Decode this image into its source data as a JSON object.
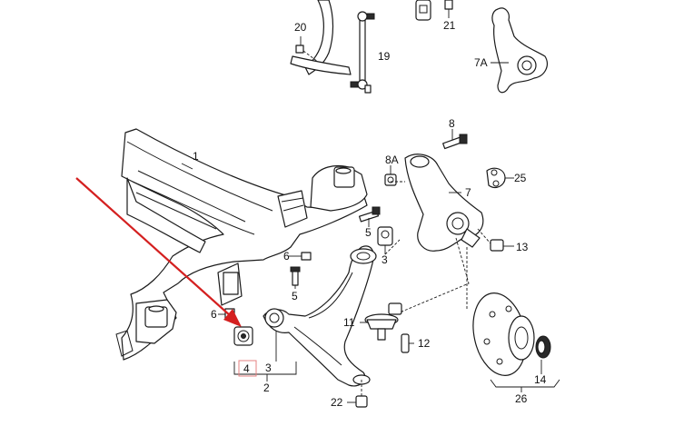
{
  "labels": {
    "p1": "1",
    "p2": "2",
    "p3": "3",
    "p3b": "3",
    "p4": "4",
    "p5": "5",
    "p5b": "5",
    "p6": "6",
    "p6b": "6",
    "p7": "7",
    "p7a": "7A",
    "p8": "8",
    "p8a": "8A",
    "p11": "11",
    "p12": "12",
    "p13": "13",
    "p14": "14",
    "p19": "19",
    "p20": "20",
    "p21": "21",
    "p22": "22",
    "p25": "25",
    "p26": "26"
  },
  "colors": {
    "arrow": "#d42020",
    "highlight_box": "#e58080"
  },
  "icons": {
    "pointer": "red-arrow-icon"
  }
}
